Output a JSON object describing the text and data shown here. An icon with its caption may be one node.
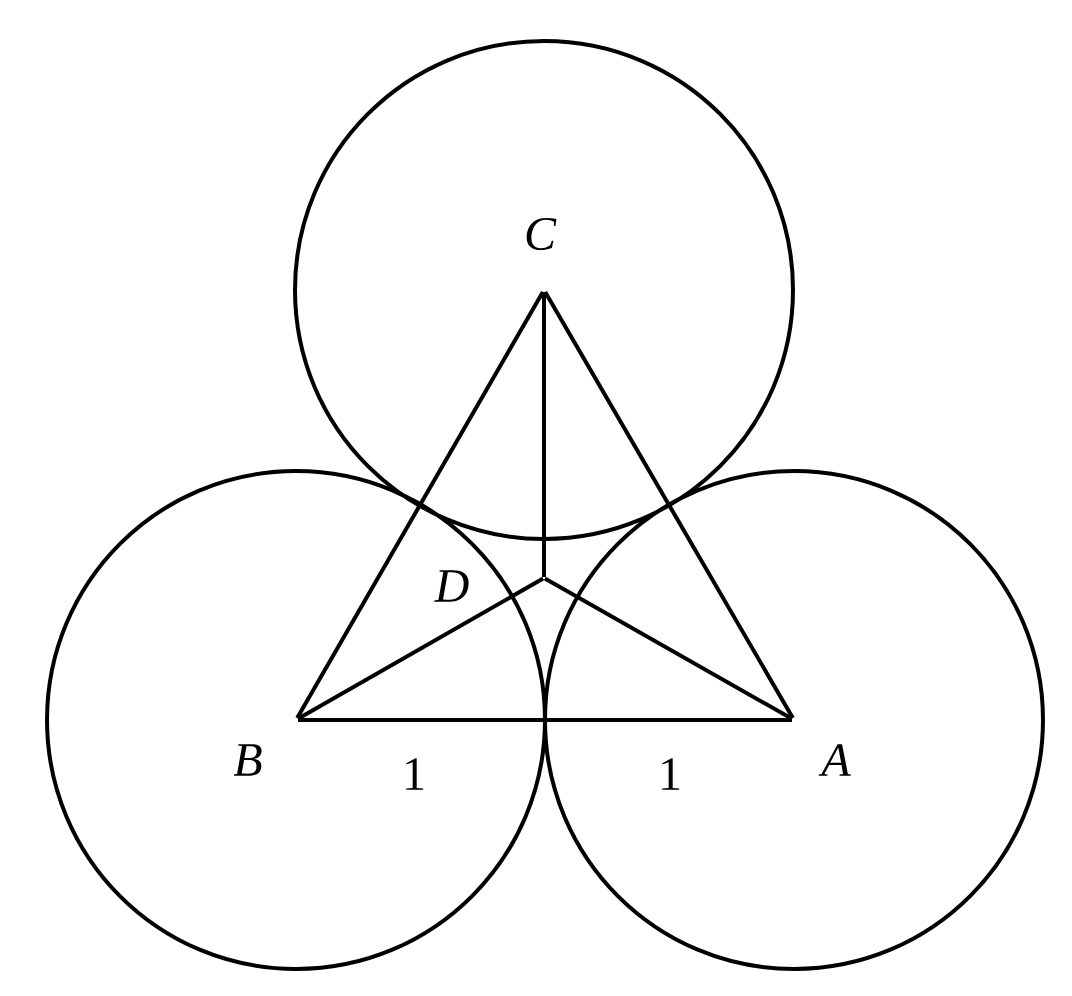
{
  "diagram": {
    "nodes": [
      {
        "text": [
          "C"
        ]
      },
      {
        "text": [
          "D"
        ]
      },
      {
        "text": [
          "B"
        ]
      },
      {
        "text": [
          "A"
        ]
      }
    ],
    "edges": [
      {
        "from": 2,
        "to": 3,
        "arrow": "none"
      },
      {
        "from": 2,
        "to": 0,
        "arrow": "none"
      },
      {
        "from": 0,
        "to": 3,
        "arrow": "none"
      },
      {
        "from": 1,
        "to": 0,
        "arrow": "none"
      },
      {
        "from": 1,
        "to": 2,
        "arrow": "none"
      },
      {
        "from": 1,
        "to": 3,
        "arrow": "none"
      }
    ],
    "labels": [
      "1",
      "1"
    ]
  }
}
